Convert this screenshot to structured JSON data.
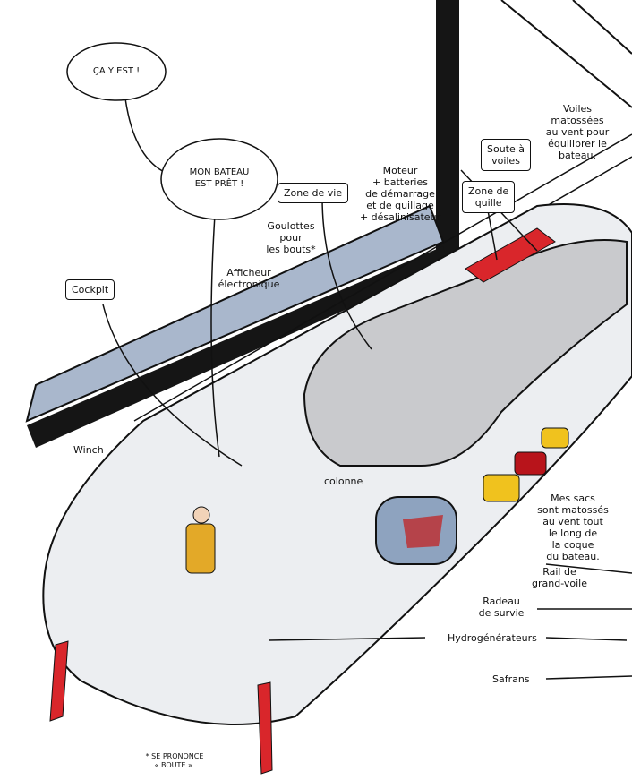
{
  "speech": {
    "bubble1": "ÇA Y EST !",
    "bubble2": "MON BATEAU\nEST PRÊT !"
  },
  "labels": {
    "zone_de_vie": "Zone de vie",
    "moteur": "Moteur\n+ batteries\nde démarrage\net de quillage\n+ désalinisateur",
    "zone_de_quille": "Zone de\nquille",
    "soute_a_voiles": "Soute à\nvoiles",
    "voiles_matossees": "Voiles\nmatossées\nau vent pour\néquilibrer le\nbateau.",
    "goulottes": "Goulottes\npour\nles bouts*",
    "afficheur": "Afficheur\nélectronique",
    "cockpit": "Cockpit",
    "winch": "Winch",
    "colonne": "colonne",
    "mes_sacs": "Mes sacs\nsont matossés\nau vent tout\nle long de\nla coque\ndu bateau.",
    "rail": "Rail de\ngrand-voile",
    "radeau": "Radeau\nde survie",
    "hydrogenerateurs": "Hydrogénérateurs",
    "safrans": "Safrans"
  },
  "footnote": "* SE PRONONCE\n« BOUTE ».",
  "colors": {
    "hull_grey": "#c9cacd",
    "boom_blue": "#a9b7cc",
    "accent_red": "#d9262b",
    "bag_yellow": "#f0c21e",
    "raft_blue": "#8ea3bf",
    "ink": "#111111"
  }
}
